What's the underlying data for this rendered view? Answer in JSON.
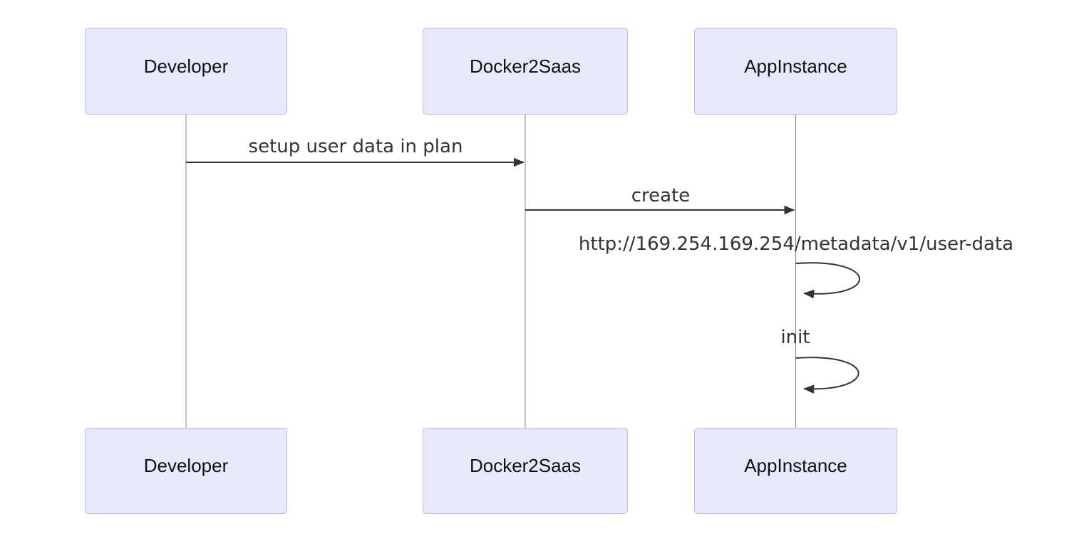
{
  "diagram": {
    "type": "sequence-diagram",
    "colors": {
      "actor_fill": "#e8e8fb",
      "actor_border": "#b4bcf2",
      "actor_text": "#111111",
      "message_text": "#333333",
      "line_color": "#333333",
      "lifeline_color": "#888888",
      "background": "#ffffff"
    },
    "actors": [
      {
        "id": "developer",
        "label": "Developer"
      },
      {
        "id": "docker2saas",
        "label": "Docker2Saas"
      },
      {
        "id": "appinstance",
        "label": "AppInstance"
      }
    ],
    "messages": [
      {
        "from": "developer",
        "to": "docker2saas",
        "kind": "solid-arrow",
        "label": "setup user data in plan"
      },
      {
        "from": "docker2saas",
        "to": "appinstance",
        "kind": "solid-arrow",
        "label": "create"
      },
      {
        "from": "appinstance",
        "to": "appinstance",
        "kind": "self-loop",
        "label": "http://169.254.169.254/metadata/v1/user-data"
      },
      {
        "from": "appinstance",
        "to": "appinstance",
        "kind": "self-loop",
        "label": "init"
      }
    ]
  }
}
